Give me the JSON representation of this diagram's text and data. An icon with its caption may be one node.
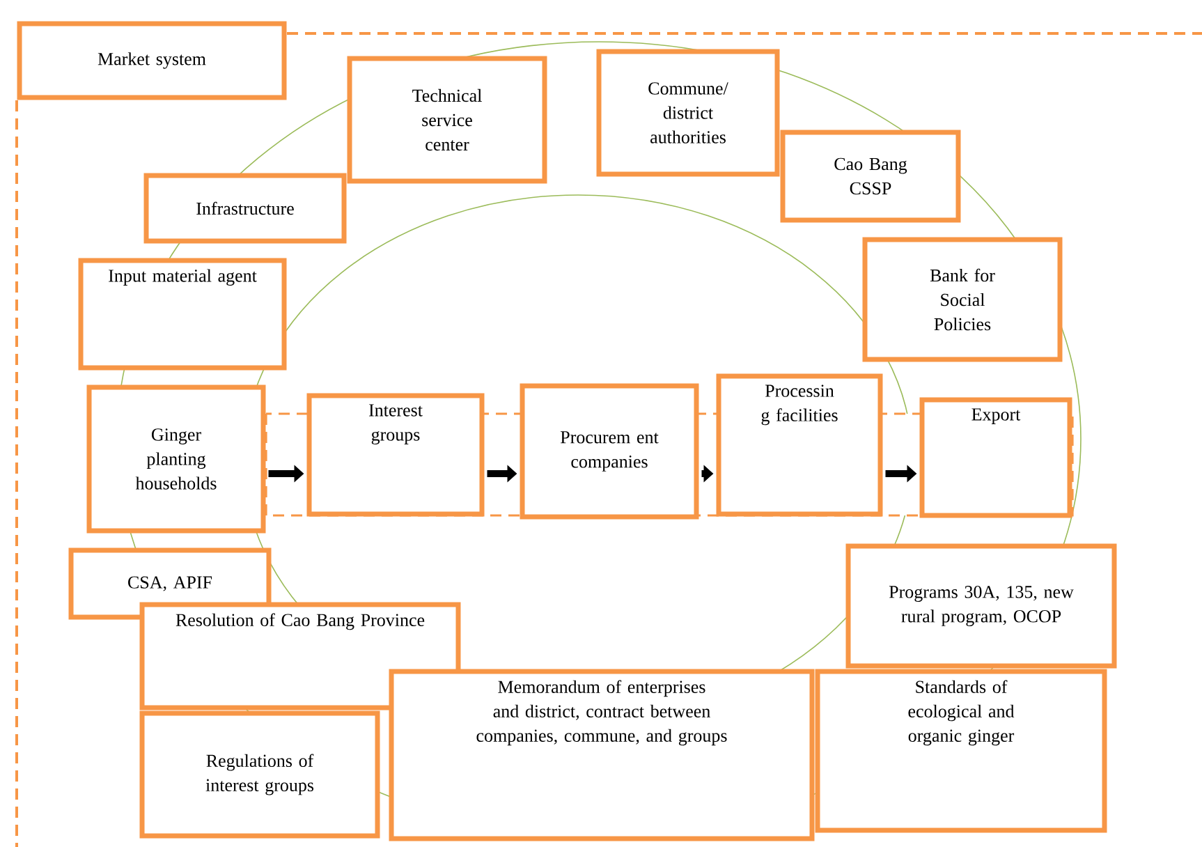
{
  "diagram": {
    "nodes": [
      {
        "text": [
          "Market system"
        ]
      },
      {
        "text": [
          "Technical service center"
        ]
      },
      {
        "text": [
          "Commune/ district authorities"
        ]
      },
      {
        "text": [
          "Infrastructure"
        ]
      },
      {
        "text": [
          "Cao Bang CSSP"
        ]
      },
      {
        "text": [
          "Input material agent"
        ]
      },
      {
        "text": [
          "Bank for Social Policies"
        ]
      },
      {
        "text": [
          "Ginger planting households"
        ]
      },
      {
        "text": [
          "Interest groups"
        ]
      },
      {
        "text": [
          "Procurem ent companies"
        ]
      },
      {
        "text": [
          "Processin g facilities"
        ]
      },
      {
        "text": [
          "Export"
        ]
      },
      {
        "text": [
          "CSA, APIF"
        ]
      },
      {
        "text": [
          "Resolution of Cao Bang Province"
        ]
      },
      {
        "text": [
          "Programs 30A, 135, new rural program, OCOP"
        ]
      },
      {
        "text": [
          "Regulations of interest groups"
        ]
      },
      {
        "text": [
          "Memorandum of enterprises and district, contract between companies, commune, and groups"
        ]
      },
      {
        "text": [
          "Standards of ecological and organic ginger"
        ]
      }
    ],
    "edges": [
      {
        "from": 7,
        "to": 8,
        "arrow": "to"
      },
      {
        "from": 8,
        "to": 9,
        "arrow": "to"
      },
      {
        "from": 9,
        "to": 10,
        "arrow": "to"
      },
      {
        "from": 10,
        "to": 11,
        "arrow": "to"
      }
    ]
  }
}
